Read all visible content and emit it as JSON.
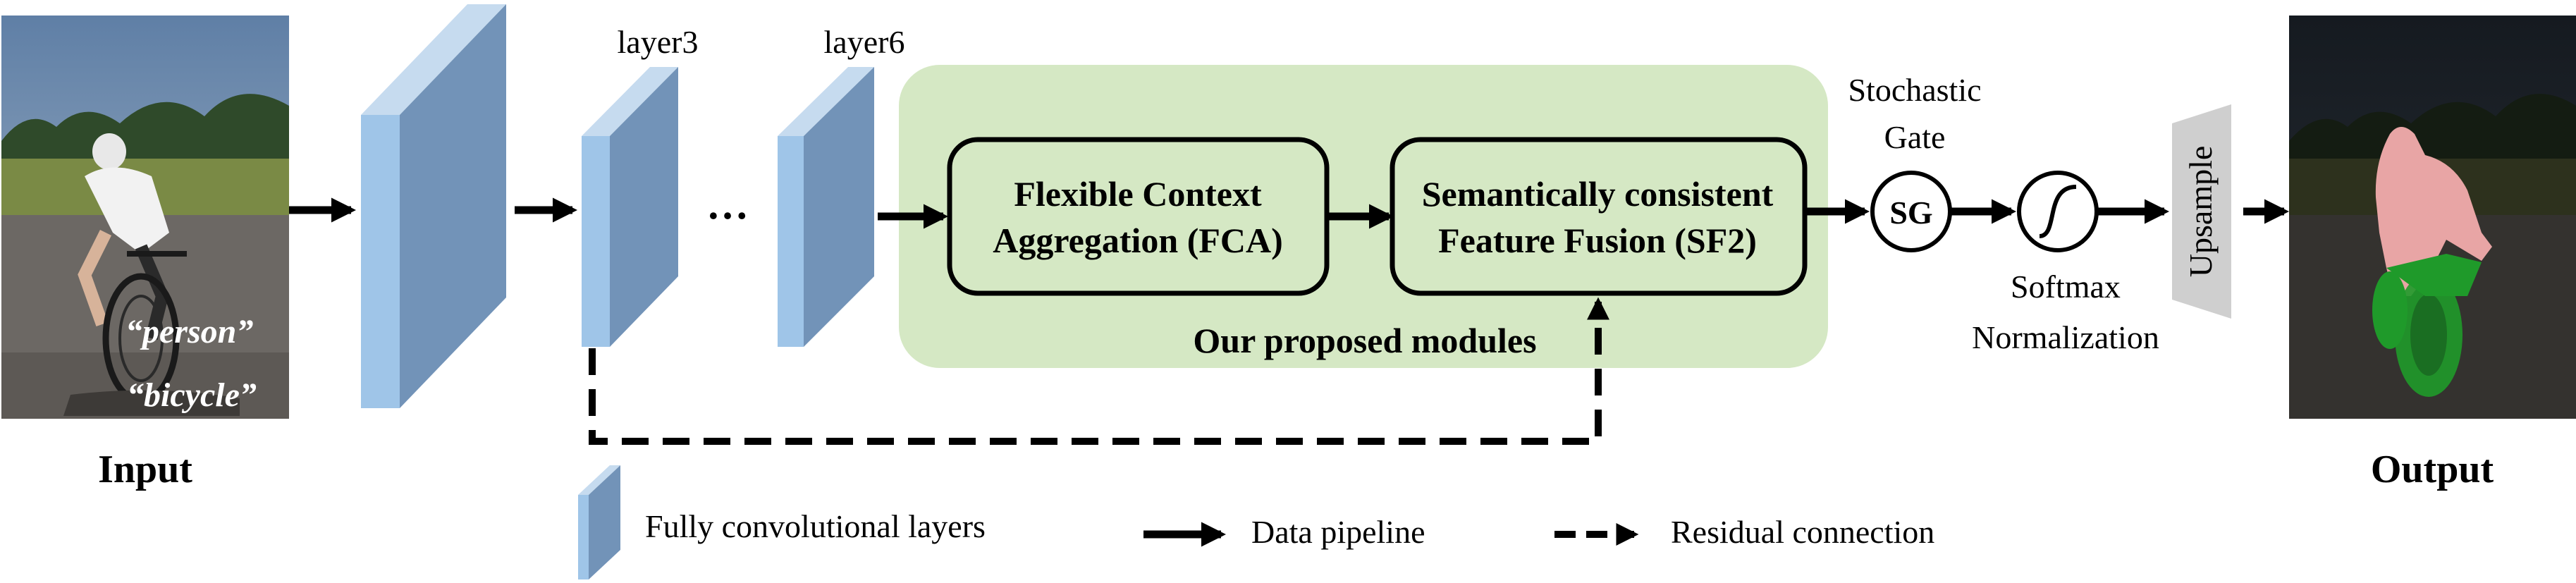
{
  "input": {
    "caption": "Input",
    "tags": [
      "“person”",
      "“bicycle”"
    ]
  },
  "output": {
    "caption": "Output"
  },
  "layers": {
    "layer3": "layer3",
    "layer6": "layer6",
    "ellipsis": "…"
  },
  "modules": {
    "fca_line1": "Flexible Context",
    "fca_line2": "Aggregation (FCA)",
    "sf2_line1": "Semantically consistent",
    "sf2_line2": "Feature Fusion (SF2)",
    "region_label": "Our proposed modules"
  },
  "gate": {
    "title_line1": "Stochastic",
    "title_line2": "Gate",
    "symbol": "SG"
  },
  "softmax": {
    "line1": "Softmax",
    "line2": "Normalization"
  },
  "upsample": {
    "label": "Upsample"
  },
  "legend": {
    "conv": "Fully convolutional layers",
    "pipeline": "Data pipeline",
    "residual": "Residual connection"
  },
  "colors": {
    "slab_front": "#9fc5e8",
    "slab_side": "#7293b8",
    "module_region": "#d5e8c4",
    "upsample_fill": "#cfcfcf",
    "person_mask": "#e8a5a5",
    "bicycle_mask": "#1f9a2a"
  },
  "icons": {
    "gate": "sg-circle-icon",
    "softmax": "sigmoid-curve-icon"
  }
}
